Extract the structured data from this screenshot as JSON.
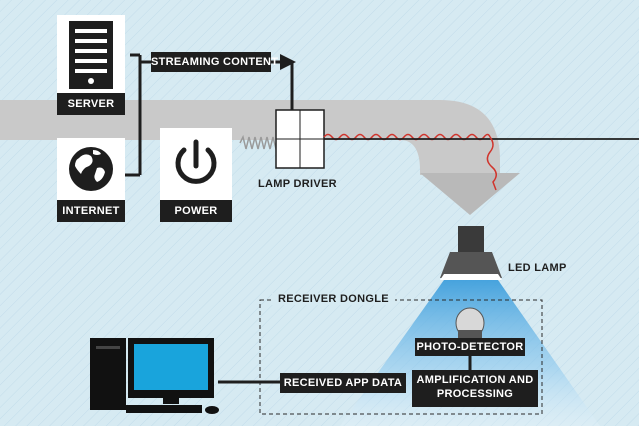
{
  "labels": {
    "server": "SERVER",
    "internet": "INTERNET",
    "power": "POWER",
    "streaming_content": "STREAMING CONTENT",
    "lamp_driver": "LAMP DRIVER",
    "led_lamp": "LED LAMP",
    "receiver_dongle": "RECEIVER DONGLE",
    "photo_detector": "PHOTO-DETECTOR",
    "amplification_line1": "AMPLIFICATION AND",
    "amplification_line2": "PROCESSING",
    "received_app_data": "RECEIVED APP DATA"
  },
  "colors": {
    "background": "#d6eaf2",
    "pipe": "#c9c9c9",
    "dark": "#1e1e1e",
    "signal_wire": "#d0342c",
    "screen": "#19a4dc",
    "light_beam": "#4aa8e0"
  },
  "icons": [
    "server-icon",
    "globe-icon",
    "power-icon",
    "lamp-driver-icon",
    "led-lamp-icon",
    "photo-detector-icon",
    "desktop-computer-icon"
  ]
}
